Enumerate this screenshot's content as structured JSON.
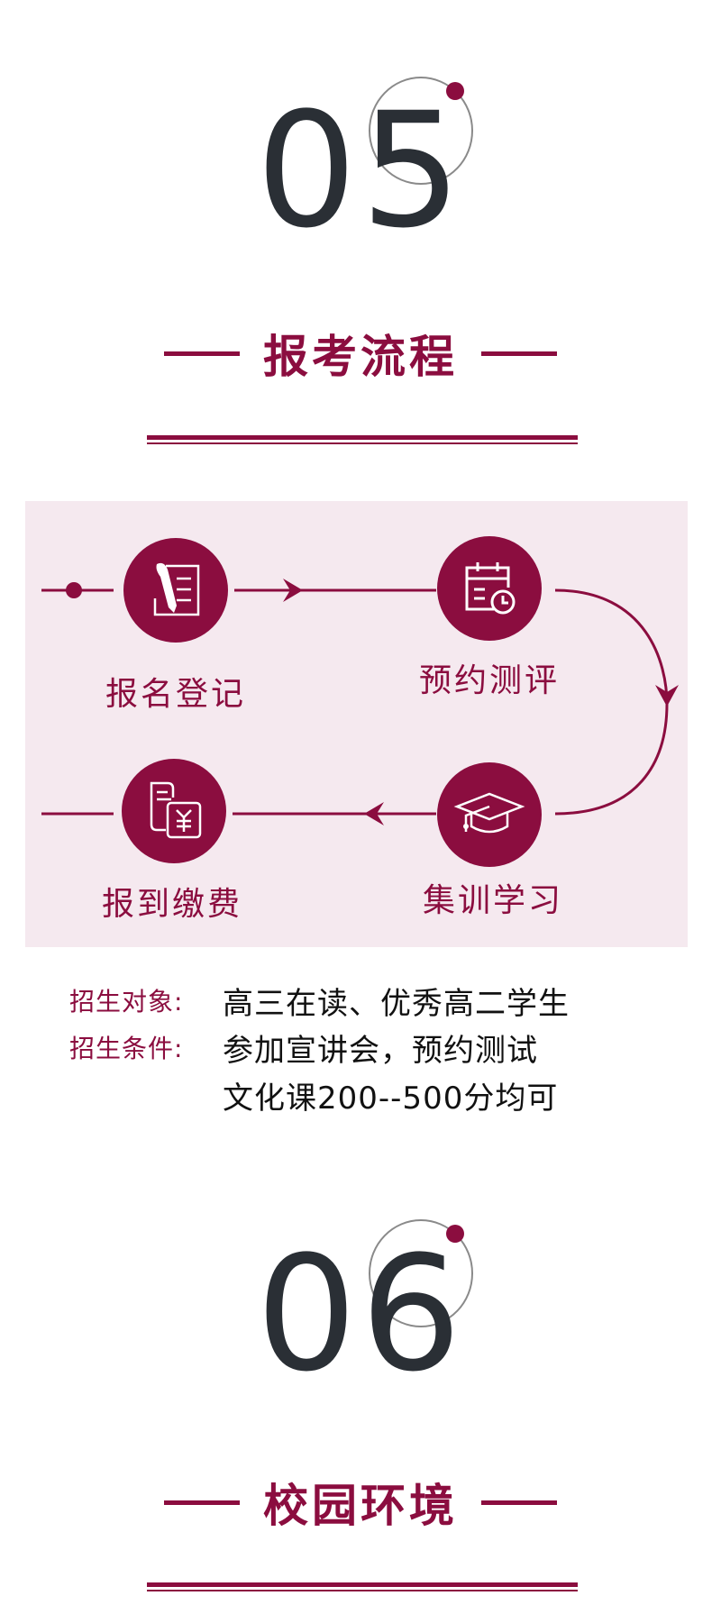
{
  "theme": {
    "accent": "#8b0d3f",
    "panel_bg": "#f5e9ef",
    "number_color": "#2a2f35"
  },
  "section5": {
    "number": "05",
    "title": "报考流程",
    "flow": {
      "steps": [
        {
          "label": "报名登记",
          "icon": "sign-up-form-icon"
        },
        {
          "label": "预约测评",
          "icon": "calendar-clock-icon"
        },
        {
          "label": "集训学习",
          "icon": "graduation-cap-icon"
        },
        {
          "label": "报到缴费",
          "icon": "receipt-yuan-icon"
        }
      ]
    },
    "info": [
      {
        "key": "招生对象:",
        "value": "高三在读、优秀高二学生"
      },
      {
        "key": "招生条件:",
        "value": "参加宣讲会，预约测试"
      },
      {
        "key": "",
        "value": "文化课200--500分均可"
      }
    ]
  },
  "section6": {
    "number": "06",
    "title": "校园环境"
  }
}
